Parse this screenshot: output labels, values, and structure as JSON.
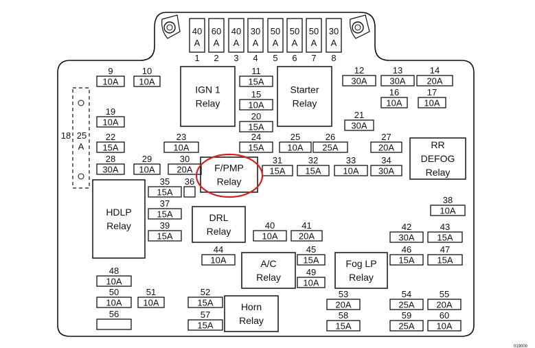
{
  "colors": {
    "stroke": "#111111",
    "highlight": "#d42020",
    "background": "#ffffff"
  },
  "footer_code": "019000",
  "top_fuses": [
    {
      "num": "1",
      "amps": [
        "40",
        "A"
      ]
    },
    {
      "num": "2",
      "amps": [
        "60",
        "A"
      ]
    },
    {
      "num": "3",
      "amps": [
        "40",
        "A"
      ]
    },
    {
      "num": "4",
      "amps": [
        "30",
        "A"
      ]
    },
    {
      "num": "5",
      "amps": [
        "50",
        "A"
      ]
    },
    {
      "num": "6",
      "amps": [
        "50",
        "A"
      ]
    },
    {
      "num": "7",
      "amps": [
        "50",
        "A"
      ]
    },
    {
      "num": "8",
      "amps": [
        "30",
        "A"
      ]
    }
  ],
  "fuse_18": {
    "num": "18",
    "sub": "25",
    "unit": "A"
  },
  "fuses": [
    {
      "num": "9",
      "rating": "10A"
    },
    {
      "num": "10",
      "rating": "10A"
    },
    {
      "num": "11",
      "rating": "15A"
    },
    {
      "num": "12",
      "rating": "30A"
    },
    {
      "num": "13",
      "rating": "30A"
    },
    {
      "num": "14",
      "rating": "20A"
    },
    {
      "num": "15",
      "rating": "10A"
    },
    {
      "num": "16",
      "rating": "10A"
    },
    {
      "num": "17",
      "rating": "10A"
    },
    {
      "num": "19",
      "rating": "10A"
    },
    {
      "num": "20",
      "rating": "15A"
    },
    {
      "num": "21",
      "rating": "30A"
    },
    {
      "num": "22",
      "rating": "15A"
    },
    {
      "num": "23",
      "rating": "10A"
    },
    {
      "num": "24",
      "rating": "15A"
    },
    {
      "num": "25",
      "rating": "10A"
    },
    {
      "num": "26",
      "rating": "25A"
    },
    {
      "num": "27",
      "rating": "20A"
    },
    {
      "num": "28",
      "rating": "30A"
    },
    {
      "num": "29",
      "rating": "10A"
    },
    {
      "num": "30",
      "rating": "20A"
    },
    {
      "num": "31",
      "rating": "15A"
    },
    {
      "num": "32",
      "rating": "15A"
    },
    {
      "num": "33",
      "rating": "10A"
    },
    {
      "num": "34",
      "rating": "30A"
    },
    {
      "num": "35",
      "rating": "15A"
    },
    {
      "num": "36",
      "rating": ""
    },
    {
      "num": "37",
      "rating": "15A"
    },
    {
      "num": "38",
      "rating": "10A"
    },
    {
      "num": "39",
      "rating": "15A"
    },
    {
      "num": "40",
      "rating": "10A"
    },
    {
      "num": "41",
      "rating": "20A"
    },
    {
      "num": "42",
      "rating": "30A"
    },
    {
      "num": "43",
      "rating": "15A"
    },
    {
      "num": "44",
      "rating": "10A"
    },
    {
      "num": "45",
      "rating": "15A"
    },
    {
      "num": "46",
      "rating": "15A"
    },
    {
      "num": "47",
      "rating": "15A"
    },
    {
      "num": "48",
      "rating": "10A"
    },
    {
      "num": "49",
      "rating": "10A"
    },
    {
      "num": "50",
      "rating": "10A"
    },
    {
      "num": "51",
      "rating": "10A"
    },
    {
      "num": "52",
      "rating": "15A"
    },
    {
      "num": "53",
      "rating": "20A"
    },
    {
      "num": "54",
      "rating": "25A"
    },
    {
      "num": "55",
      "rating": "20A"
    },
    {
      "num": "56",
      "rating": ""
    },
    {
      "num": "57",
      "rating": "15A"
    },
    {
      "num": "58",
      "rating": "15A"
    },
    {
      "num": "59",
      "rating": "25A"
    },
    {
      "num": "60",
      "rating": "10A"
    }
  ],
  "relays": [
    {
      "id": "ign1",
      "lines": [
        "IGN 1",
        "Relay"
      ]
    },
    {
      "id": "starter",
      "lines": [
        "Starter",
        "Relay"
      ]
    },
    {
      "id": "rrdefog",
      "lines": [
        "RR",
        "DEFOG",
        "Relay"
      ]
    },
    {
      "id": "fpmp",
      "lines": [
        "F/PMP",
        "Relay"
      ],
      "highlighted": true
    },
    {
      "id": "hdlp",
      "lines": [
        "HDLP",
        "Relay"
      ]
    },
    {
      "id": "drl",
      "lines": [
        "DRL",
        "Relay"
      ]
    },
    {
      "id": "ac",
      "lines": [
        "A/C",
        "Relay"
      ]
    },
    {
      "id": "foglp",
      "lines": [
        "Fog LP",
        "Relay"
      ]
    },
    {
      "id": "horn",
      "lines": [
        "Horn",
        "Relay"
      ]
    }
  ]
}
